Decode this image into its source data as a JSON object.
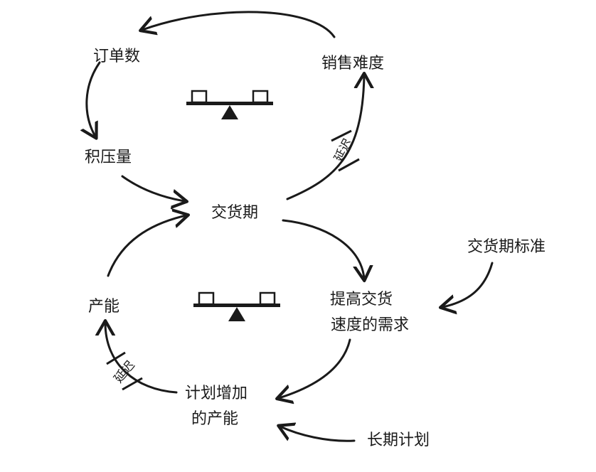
{
  "nodes": {
    "orders": "订单数",
    "sales_difficulty": "销售难度",
    "backlog": "积压量",
    "delivery_time": "交货期",
    "delivery_standard": "交货期标准",
    "capacity": "产能",
    "delivery_speed_demand_line1": "提高交货",
    "delivery_speed_demand_line2": "速度的需求",
    "planned_capacity_line1": "计划增加",
    "planned_capacity_line2": "的产能",
    "long_term_planning": "长期计划"
  },
  "delays": {
    "upper": "延迟",
    "lower": "延迟"
  },
  "colors": {
    "ink": "#1a1a1a",
    "background": "#ffffff"
  }
}
